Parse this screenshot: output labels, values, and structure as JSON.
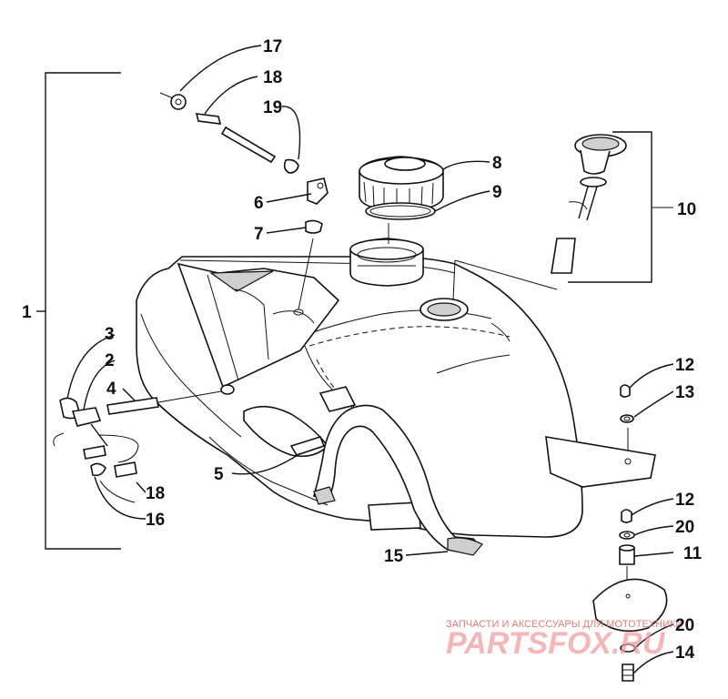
{
  "diagram": {
    "callouts": [
      {
        "id": "c17",
        "label": "17"
      },
      {
        "id": "c18a",
        "label": "18"
      },
      {
        "id": "c19",
        "label": "19"
      },
      {
        "id": "c6",
        "label": "6"
      },
      {
        "id": "c7",
        "label": "7"
      },
      {
        "id": "c8",
        "label": "8"
      },
      {
        "id": "c9",
        "label": "9"
      },
      {
        "id": "c10",
        "label": "10"
      },
      {
        "id": "c1",
        "label": "1"
      },
      {
        "id": "c3",
        "label": "3"
      },
      {
        "id": "c2",
        "label": "2"
      },
      {
        "id": "c4",
        "label": "4"
      },
      {
        "id": "c5",
        "label": "5"
      },
      {
        "id": "c18b",
        "label": "18"
      },
      {
        "id": "c16",
        "label": "16"
      },
      {
        "id": "c15",
        "label": "15"
      },
      {
        "id": "c12a",
        "label": "12"
      },
      {
        "id": "c13",
        "label": "13"
      },
      {
        "id": "c12b",
        "label": "12"
      },
      {
        "id": "c20a",
        "label": "20"
      },
      {
        "id": "c11",
        "label": "11"
      },
      {
        "id": "c20b",
        "label": "20"
      },
      {
        "id": "c14",
        "label": "14"
      }
    ]
  },
  "watermark": {
    "line1": "ЗАПЧАСТИ И АКСЕССУАРЫ ДЛЯ МОТОТЕХНИКИ",
    "logo_text": "PARTSFOX.RU"
  },
  "colors": {
    "line": "#111111",
    "watermark": "#ef9a9a"
  }
}
